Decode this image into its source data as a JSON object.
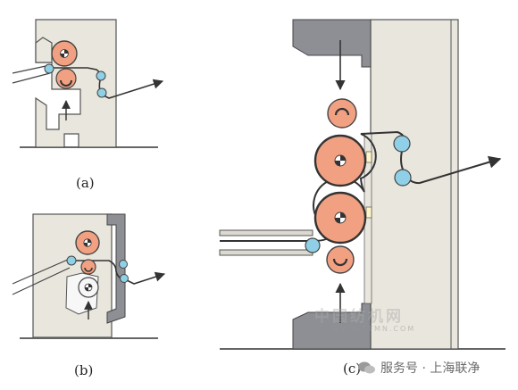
{
  "captions": {
    "a": "(a)",
    "b": "(b)",
    "c": "(c)"
  },
  "watermark": {
    "site": "中国纺机网",
    "url": "WWW.TTMN.COM",
    "account": "服务号 · 上海联净"
  },
  "icons": {
    "roller_mark": "quartered-circle-icon",
    "cradle_mark": "half-circle-icon",
    "direction": "arrow-icon",
    "account": "wechat-icon"
  },
  "colors": {
    "frame": "#e9e6dd",
    "frame_stroke": "#555555",
    "clamp_dark": "#8d8f94",
    "orange_roller": "#f1a182",
    "blue_roller": "#8fd0e6",
    "white_roller": "#f7f7f7",
    "belt": "#333333"
  }
}
